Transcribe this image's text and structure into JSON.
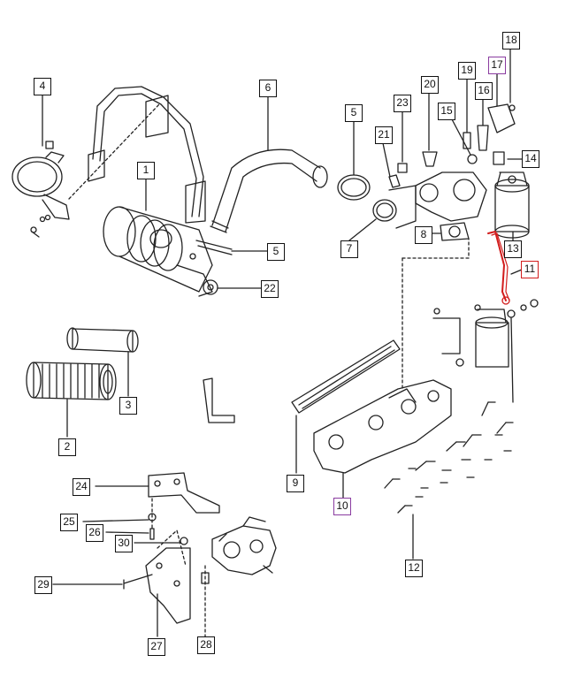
{
  "colors": {
    "line": "#222222",
    "purple_highlight": "#8a3ca0",
    "red_highlight": "#d21c1c",
    "red_part": "#d21c1c"
  },
  "callouts": {
    "c1": "1",
    "c2": "2",
    "c3": "3",
    "c4": "4",
    "c5a": "5",
    "c5b": "5",
    "c6": "6",
    "c7": "7",
    "c8": "8",
    "c9": "9",
    "c10": "10",
    "c11": "11",
    "c12": "12",
    "c13": "13",
    "c14": "14",
    "c15": "15",
    "c16": "16",
    "c17": "17",
    "c18": "18",
    "c19": "19",
    "c20": "20",
    "c21": "21",
    "c22": "22",
    "c23": "23",
    "c24": "24",
    "c25": "25",
    "c26": "26",
    "c27": "27",
    "c28": "28",
    "c29": "29",
    "c30": "30"
  },
  "highlighted": {
    "purple": [
      "c10",
      "c17"
    ],
    "red": [
      "c11"
    ]
  }
}
